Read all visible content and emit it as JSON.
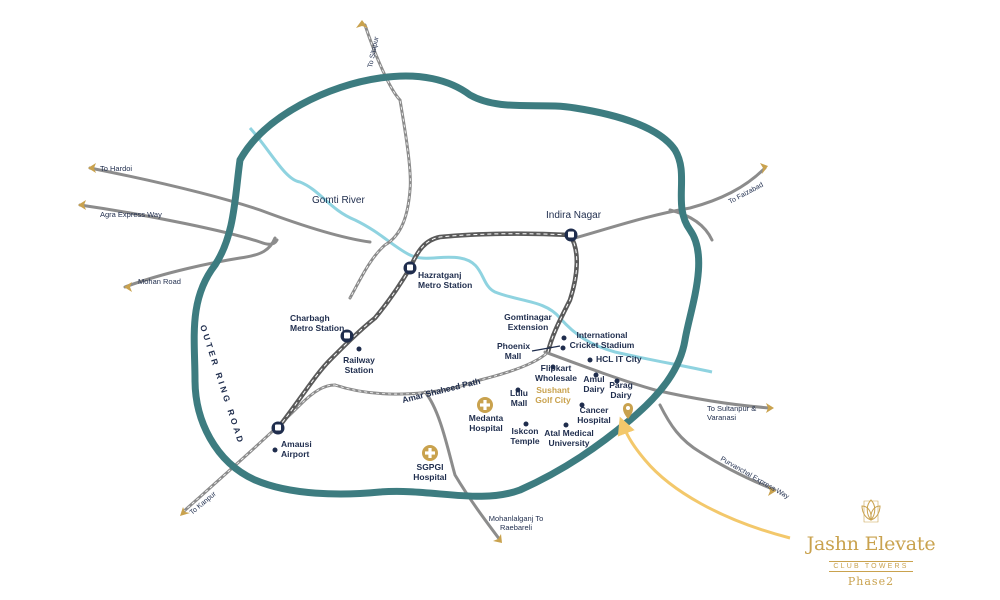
{
  "map": {
    "ring_road": "OUTER RING ROAD",
    "river": "Gomti River",
    "amar_shaheed": "Amar Shaheed Path",
    "directions": {
      "sitapur": "To Sitapur",
      "hardoi": "To Hardoi",
      "agra": "Agra Express Way",
      "mohan": "Mohan Road",
      "faizabad": "To Faizabad",
      "sultanpur": "To Sultanpur & Varanasi",
      "purvanchal": "Purvanchal Express Way",
      "kanpur": "To Kanpur",
      "raebareli": "Mohanlalganj To Raebareli"
    },
    "places": {
      "indira_nagar": "Indira Nagar",
      "hazratganj": "Hazratganj Metro Station",
      "charbagh": "Charbagh Metro Station",
      "railway": "Railway Station",
      "gomtinagar": "Gomtinagar Extension",
      "phoenix": "Phoenix Mall",
      "cricket": "International Cricket Stadium",
      "hcl": "HCL IT City",
      "flipkart": "Flipkart Wholesale",
      "amul": "Amul Dairy",
      "parag": "Parag Dairy",
      "lulu": "Lulu Mall",
      "sushant": "Sushant Golf City",
      "medanta": "Medanta Hospital",
      "cancer": "Cancer Hospital",
      "iskcon": "Iskcon Temple",
      "atal": "Atal Medical University",
      "sgpgi": "SGPGI Hospital",
      "amausi": "Amausi Airport"
    },
    "colors": {
      "ring": "#3d7c80",
      "river": "#8fd3e0",
      "road": "#8c8c8c",
      "metro": "#5a5a5a",
      "gold": "#c9a24e",
      "navy": "#1f2d4d"
    }
  },
  "brand": {
    "name": "Jashn Elevate",
    "subtitle": "CLUB TOWERS",
    "phase": "Phase2"
  }
}
